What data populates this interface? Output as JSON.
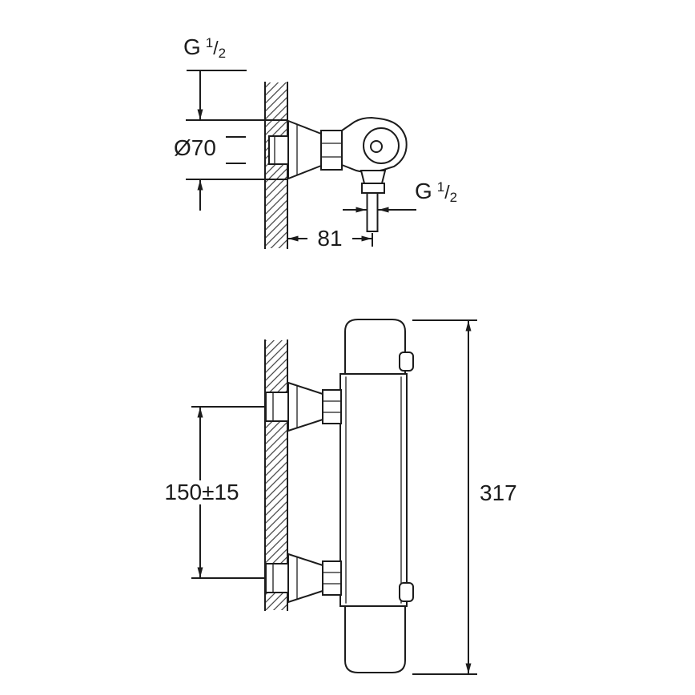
{
  "palette": {
    "background": "#ffffff",
    "line": "#1c1c1c"
  },
  "top_view": {
    "wall_thread_label": {
      "prefix": "G",
      "numerator": "1",
      "slash": "/",
      "denominator": "2"
    },
    "escutcheon_diameter": "Ø70",
    "outlet_thread_label": {
      "prefix": "G",
      "numerator": "1",
      "slash": "/",
      "denominator": "2"
    },
    "wall_to_outlet_depth": "81"
  },
  "front_view": {
    "connection_spacing": "150±15",
    "overall_height": "317"
  }
}
